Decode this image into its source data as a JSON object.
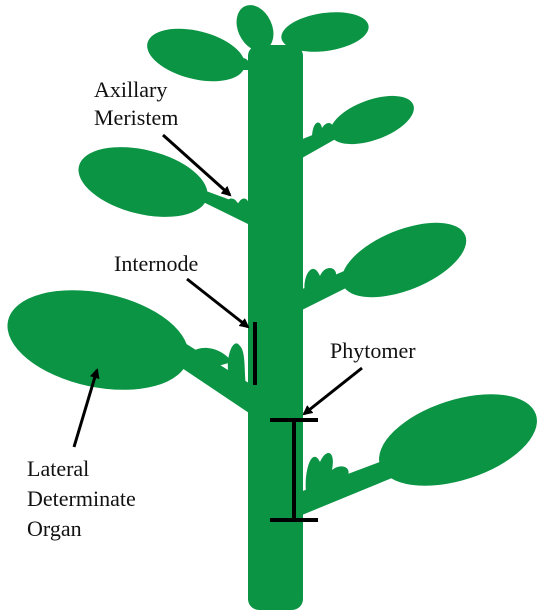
{
  "colors": {
    "plant": "#0a9444",
    "annotation": "#000000",
    "background": "#ffffff"
  },
  "labels": {
    "axillary_line1": "Axillary",
    "axillary_line2": "Meristem",
    "internode": "Internode",
    "phytomer": "Phytomer",
    "lateral_line1": "Lateral",
    "lateral_line2": "Determinate",
    "lateral_line3": "Organ"
  }
}
